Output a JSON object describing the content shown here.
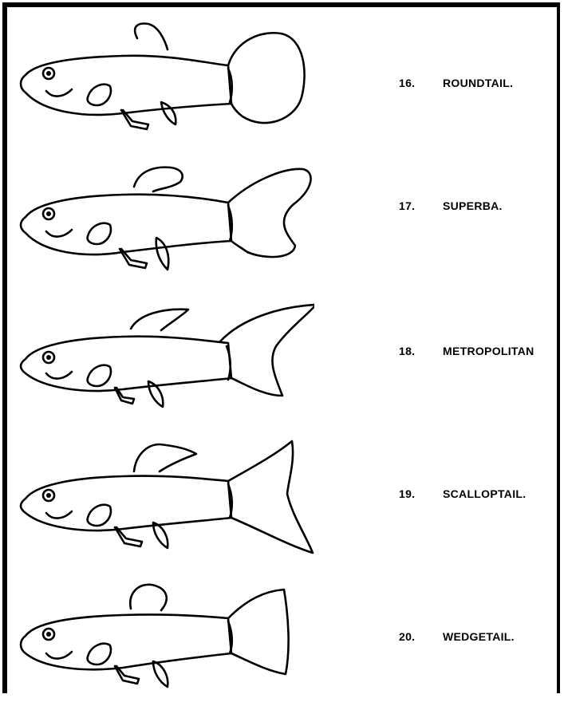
{
  "varieties": [
    {
      "number": "16.",
      "name": "ROUNDTAIL.",
      "tail": "round"
    },
    {
      "number": "17.",
      "name": "SUPERBA.",
      "tail": "superba"
    },
    {
      "number": "18.",
      "name": "METROPOLITAN",
      "tail": "metropolitan"
    },
    {
      "number": "19.",
      "name": "SCALLOPTAIL.",
      "tail": "scallop"
    },
    {
      "number": "20.",
      "name": "WEDGETAIL.",
      "tail": "wedge"
    }
  ]
}
